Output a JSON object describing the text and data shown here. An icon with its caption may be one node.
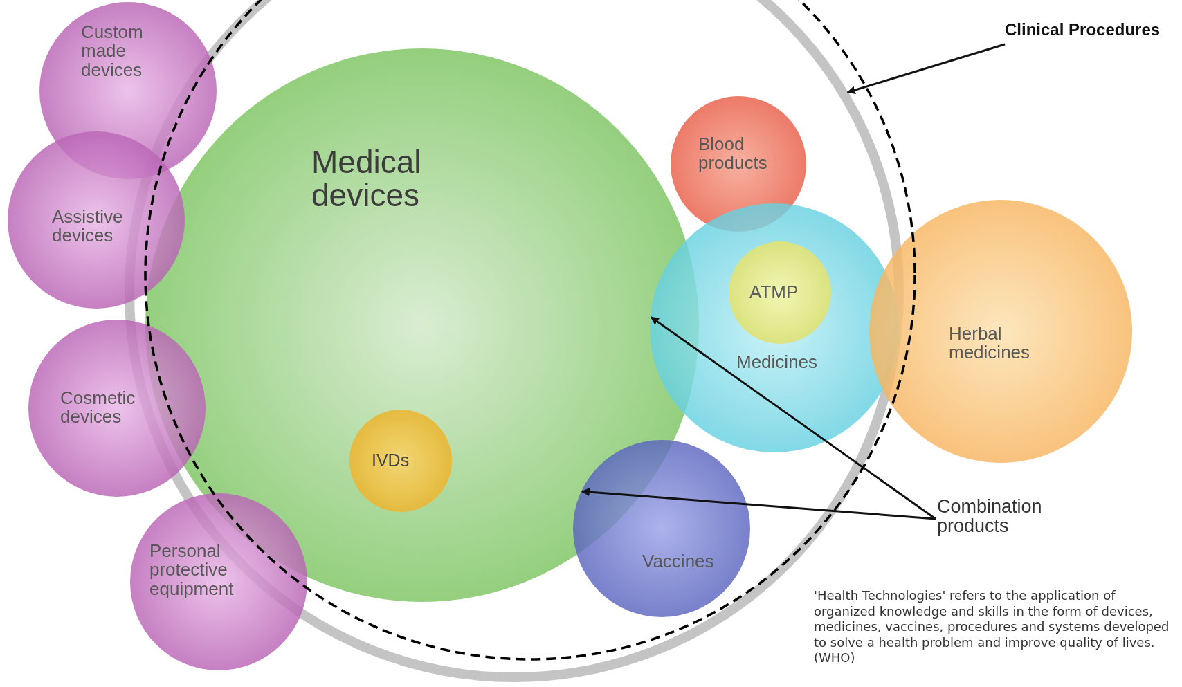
{
  "diagram": {
    "nodes": [
      {
        "text": [],
        "shape": "circle"
      },
      {
        "text": [
          "Clinical Procedures"
        ]
      },
      {
        "text": [
          "Medical devices"
        ],
        "in": 0
      },
      {
        "text": [
          "IVDs"
        ],
        "in": 2
      },
      {
        "text": [
          "Custom made devices"
        ]
      },
      {
        "text": [
          "Assistive devices"
        ]
      },
      {
        "text": [
          "Cosmetic devices"
        ]
      },
      {
        "text": [
          "Personal protective equipment"
        ]
      },
      {
        "text": [
          "Blood products"
        ],
        "in": 0
      },
      {
        "text": [
          "Medicines"
        ],
        "in": 0
      },
      {
        "text": [
          "ATMP"
        ],
        "in": 9
      },
      {
        "text": [
          "Vaccines"
        ],
        "in": 0
      },
      {
        "text": [
          "Herbal medicines"
        ]
      },
      {
        "text": [
          "Combination products"
        ]
      }
    ],
    "edges": [
      {
        "from": 1,
        "to": 0,
        "arrow": "to"
      },
      {
        "from": 13,
        "to": 9,
        "arrow": "to"
      },
      {
        "from": 13,
        "to": 11,
        "arrow": "to"
      }
    ],
    "labels": [
      "'Health Technologies' refers to the application of organized knowledge and skills in the form of devices, medicines, vaccines, procedures and systems developed to solve a health problem and improve quality of lives. (WHO)"
    ]
  }
}
